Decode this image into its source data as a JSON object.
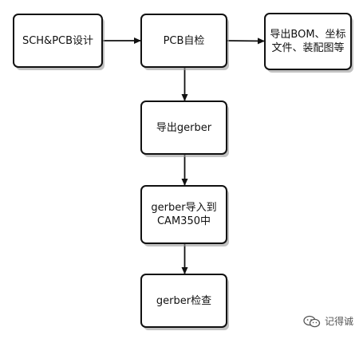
{
  "diagram": {
    "nodes": [
      {
        "id": "sch-pcb-design",
        "lines": [
          "SCH&PCB设计"
        ]
      },
      {
        "id": "pcb-self-check",
        "lines": [
          "PCB自检"
        ]
      },
      {
        "id": "export-bom",
        "lines": [
          "导出BOM、坐标",
          "文件、装配图等"
        ]
      },
      {
        "id": "export-gerber",
        "lines": [
          "导出gerber"
        ]
      },
      {
        "id": "import-cam350",
        "lines": [
          "gerber导入到",
          "CAM350中"
        ]
      },
      {
        "id": "gerber-check",
        "lines": [
          "gerber检查"
        ]
      }
    ],
    "edges": [
      {
        "from": "sch-pcb-design",
        "to": "pcb-self-check"
      },
      {
        "from": "pcb-self-check",
        "to": "export-bom"
      },
      {
        "from": "pcb-self-check",
        "to": "export-gerber"
      },
      {
        "from": "export-gerber",
        "to": "import-cam350"
      },
      {
        "from": "import-cam350",
        "to": "gerber-check"
      }
    ]
  },
  "watermark": {
    "text": "记得诚",
    "icon": "wechat-icon"
  },
  "colors": {
    "stroke": "#111111",
    "fill": "#ffffff",
    "shadow": "#9a9a9a"
  }
}
